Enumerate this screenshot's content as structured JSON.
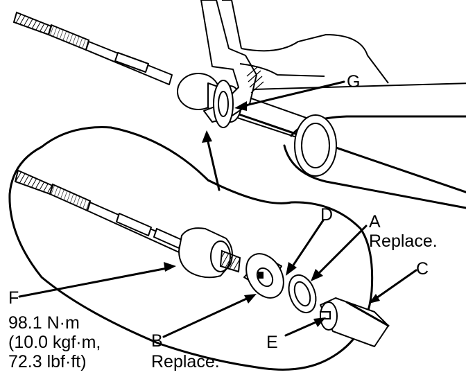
{
  "callouts": {
    "G": {
      "letter": "G"
    },
    "D": {
      "letter": "D"
    },
    "A": {
      "letter": "A",
      "note": "Replace."
    },
    "C": {
      "letter": "C"
    },
    "F": {
      "letter": "F",
      "torque_nm": "98.1 N·m",
      "torque_kgf": "(10.0 kgf·m,",
      "torque_lbf": "72.3 lbf·ft)"
    },
    "B": {
      "letter": "B",
      "note": "Replace."
    },
    "E": {
      "letter": "E"
    }
  }
}
